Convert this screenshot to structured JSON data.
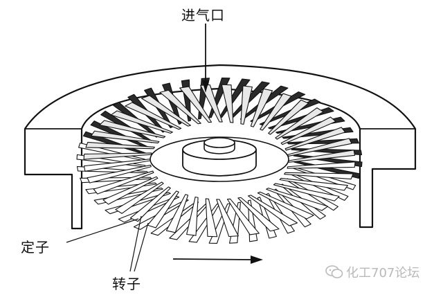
{
  "labels": {
    "inlet": "进气口",
    "stator": "定子",
    "rotor": "转子"
  },
  "watermark": {
    "text": "化工707论坛",
    "icon": "wechat-icon"
  },
  "colors": {
    "ink": "#111111",
    "watermark": "#b9b9b9"
  }
}
